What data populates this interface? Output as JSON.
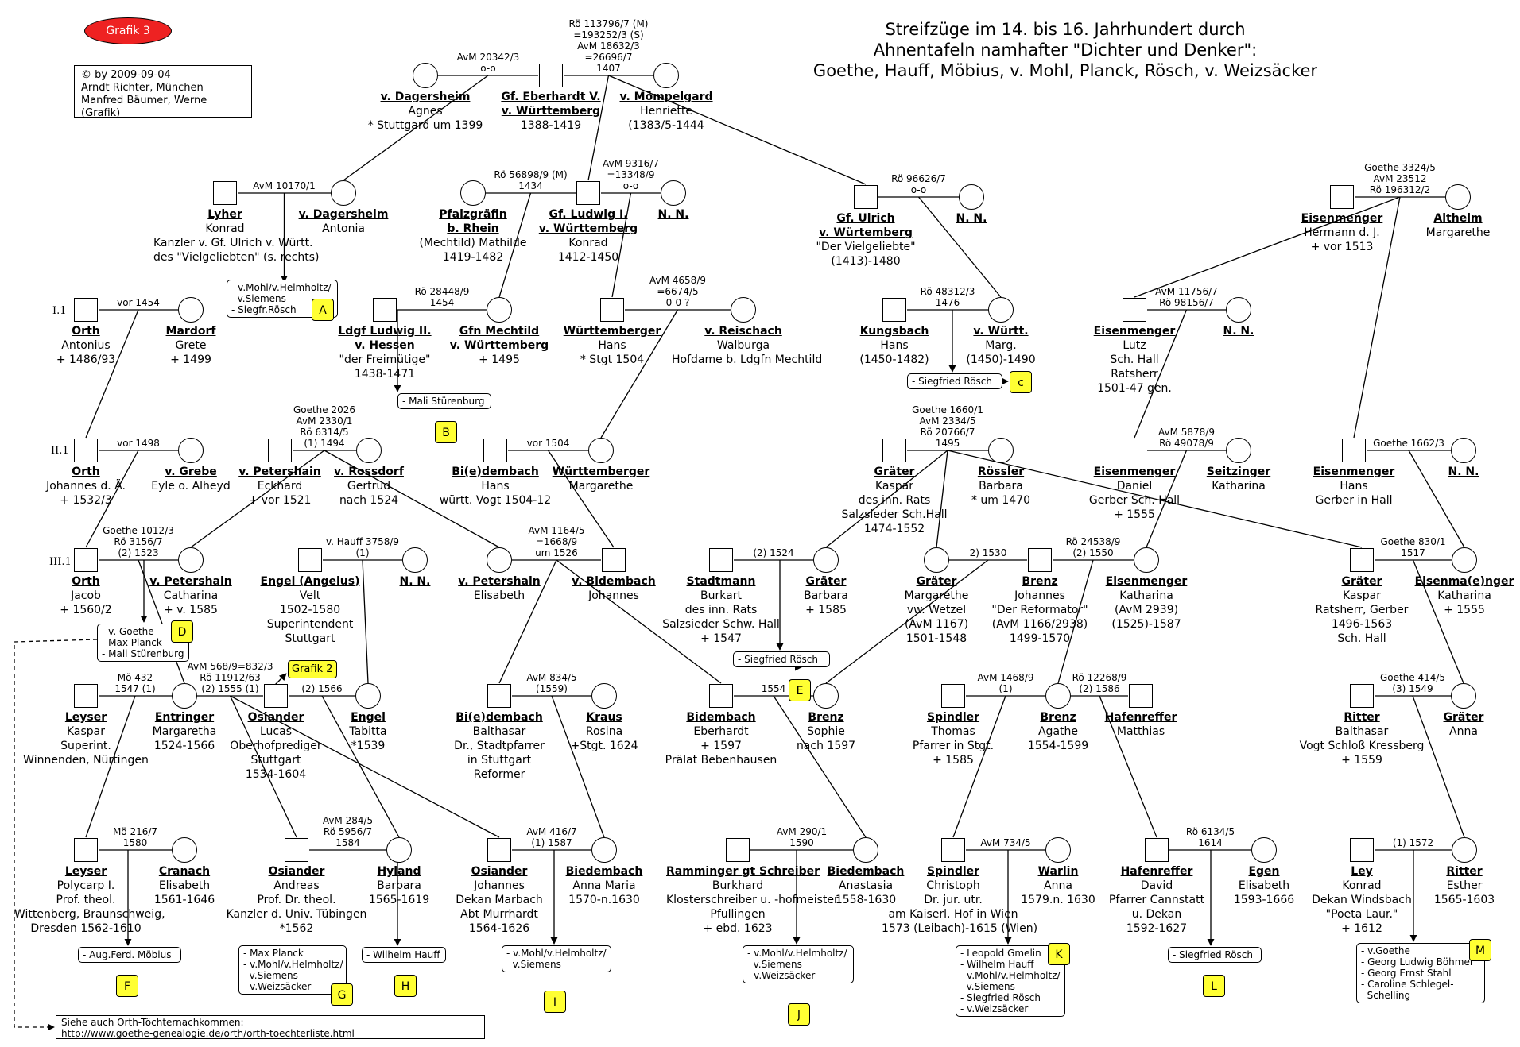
{
  "header": {
    "badge": "Grafik 3",
    "copyright": [
      "© by 2009-09-04",
      "Arndt Richter, München",
      "Manfred Bäumer, Werne (Grafik)"
    ],
    "title": [
      "Streifzüge im 14. bis 16. Jahrhundert durch",
      "Ahnentafeln namhafter \"Dichter und Denker\":",
      "Goethe, Hauff, Möbius, v. Mohl, Planck, Rösch, v. Weizsäcker"
    ]
  },
  "generations": {
    "g1": "I.1",
    "g2": "II.1",
    "g3": "III.1"
  },
  "persons": {
    "dagersheim_agnes": {
      "name": "v. Dagersheim",
      "lines": [
        "Agnes",
        "* Stuttgard um 1399"
      ]
    },
    "eberhardt": {
      "name": "Gf. Eberhardt V. v. Württemberg",
      "lines": [
        "1388-1419"
      ]
    },
    "moempelgard": {
      "name": "v. Mömpelgard",
      "lines": [
        "Henriette",
        "(1383/5-1444"
      ]
    },
    "lyher": {
      "name": "Lyher",
      "lines": [
        "Konrad",
        "Kanzler v. Gf. Ulrich v. Württ.",
        "des \"Vielgeliebten\" (s. rechts)"
      ]
    },
    "dagersheim_antonia": {
      "name": "v. Dagersheim",
      "lines": [
        "Antonia"
      ]
    },
    "pfalzgraefin": {
      "name": "Pfalzgräfin b. Rhein",
      "lines": [
        "(Mechtild) Mathilde",
        "1419-1482"
      ]
    },
    "ludwig": {
      "name": "Gf. Ludwig I. v. Württemberg",
      "lines": [
        "Konrad",
        "1412-1450"
      ]
    },
    "nn1": {
      "name": "N. N.",
      "lines": []
    },
    "ulrich": {
      "name": "Gf. Ulrich v. Würtemberg",
      "lines": [
        "\"Der Vielgeliebte\"",
        "(1413)-1480"
      ]
    },
    "nn2": {
      "name": "N. N.",
      "lines": []
    },
    "eisenm_hermann": {
      "name": "Eisenmenger",
      "lines": [
        "Hermann d. J.",
        "+ vor 1513"
      ]
    },
    "althelm": {
      "name": "Althelm",
      "lines": [
        "Margarethe"
      ]
    },
    "orth_antonius": {
      "name": "Orth",
      "lines": [
        "Antonius",
        "+ 1486/93"
      ]
    },
    "mardorf": {
      "name": "Mardorf",
      "lines": [
        "Grete",
        "+ 1499"
      ]
    },
    "ldgf_ludwig": {
      "name": "Ldgf Ludwig II. v. Hessen",
      "lines": [
        "\"der Freimütige\"",
        "1438-1471"
      ]
    },
    "gfn_mechtild": {
      "name": "Gfn Mechtild v. Württemberg",
      "lines": [
        "+ 1495"
      ]
    },
    "wuertt_hans": {
      "name": "Württemberger",
      "lines": [
        "Hans",
        "* Stgt 1504"
      ]
    },
    "reischach": {
      "name": "v. Reischach",
      "lines": [
        "Walburga",
        "Hofdame b. Ldgfn Mechtild"
      ]
    },
    "kungsbach": {
      "name": "Kungsbach",
      "lines": [
        "Hans",
        "(1450-1482)"
      ]
    },
    "v_wuertt_marg": {
      "name": "v. Württ.",
      "lines": [
        "Marg.",
        "(1450)-1490"
      ]
    },
    "eisenm_lutz": {
      "name": "Eisenmenger",
      "lines": [
        "Lutz",
        "Sch. Hall",
        "Ratsherr",
        "1501-47 gen."
      ]
    },
    "nn3": {
      "name": "N. N.",
      "lines": []
    },
    "orth_johannes": {
      "name": "Orth",
      "lines": [
        "Johannes d. Ä.",
        "+ 1532/3"
      ]
    },
    "grebe": {
      "name": "v. Grebe",
      "lines": [
        "Eyle o. Alheyd"
      ]
    },
    "petershain_eckhard": {
      "name": "v. Petershain",
      "lines": [
        "Eckhard",
        "+ vor 1521"
      ]
    },
    "rossdorf": {
      "name": "v. Rossdorf",
      "lines": [
        "Gertrud",
        "nach 1524"
      ]
    },
    "bidembach_hans": {
      "name": "Bi(e)dembach",
      "lines": [
        "Hans",
        "württ. Vogt 1504-12"
      ]
    },
    "wuertt_margarethe": {
      "name": "Württemberger",
      "lines": [
        "Margarethe"
      ]
    },
    "graeter_kaspar1": {
      "name": "Gräter",
      "lines": [
        "Kaspar",
        "des inn. Rats",
        "Salzsieder Sch.Hall",
        "1474-1552"
      ]
    },
    "roessler": {
      "name": "Rössler",
      "lines": [
        "Barbara",
        "* um 1470"
      ]
    },
    "eisenm_daniel": {
      "name": "Eisenmenger",
      "lines": [
        "Daniel",
        "Gerber Sch. Hall",
        "+ 1555"
      ]
    },
    "seitzinger": {
      "name": "Seitzinger",
      "lines": [
        "Katharina"
      ]
    },
    "eisenm_hans": {
      "name": "Eisenmenger",
      "lines": [
        "Hans",
        "Gerber in Hall"
      ]
    },
    "nn4": {
      "name": "N. N.",
      "lines": []
    },
    "orth_jacob": {
      "name": "Orth",
      "lines": [
        "Jacob",
        "+ 1560/2"
      ]
    },
    "petershain_catharina": {
      "name": "v. Petershain",
      "lines": [
        "Catharina",
        "+ v. 1585"
      ]
    },
    "engel_velt": {
      "name": "Engel (Angelus)",
      "lines": [
        "Velt",
        "1502-1580",
        "Superintendent",
        "Stuttgart"
      ]
    },
    "nn5": {
      "name": "N. N.",
      "lines": []
    },
    "petershain_elisabeth": {
      "name": "v. Petershain",
      "lines": [
        "Elisabeth"
      ]
    },
    "bidembach_johannes": {
      "name": "v. Bidembach",
      "lines": [
        "Johannes"
      ]
    },
    "stadtmann": {
      "name": "Stadtmann",
      "lines": [
        "Burkart",
        "des inn. Rats",
        "Salzsieder Schw. Hall",
        "+ 1547"
      ]
    },
    "graeter_barbara": {
      "name": "Gräter",
      "lines": [
        "Barbara",
        "+ 1585"
      ]
    },
    "graeter_margarethe": {
      "name": "Gräter",
      "lines": [
        "Margarethe",
        "vw. Wetzel",
        "(AvM 1167)",
        "1501-1548"
      ]
    },
    "brenz_johannes": {
      "name": "Brenz",
      "lines": [
        "Johannes",
        "\"Der Reformator\"",
        "(AvM 1166/2938)",
        "1499-1570"
      ]
    },
    "eisenm_katharina": {
      "name": "Eisenmenger",
      "lines": [
        "Katharina",
        "(AvM 2939)",
        "(1525)-1587"
      ]
    },
    "graeter_kaspar2": {
      "name": "Gräter",
      "lines": [
        "Kaspar",
        "Ratsherr, Gerber",
        "1496-1563",
        "Sch. Hall"
      ]
    },
    "eisenmaenger_katharina": {
      "name": "Eisenma(e)nger",
      "lines": [
        "Katharina",
        "+ 1555"
      ]
    },
    "leyser_kaspar": {
      "name": "Leyser",
      "lines": [
        "Kaspar",
        "Superint.",
        "Winnenden, Nürtingen"
      ]
    },
    "entringer": {
      "name": "Entringer",
      "lines": [
        "Margaretha",
        "1524-1566"
      ]
    },
    "osiander_lucas": {
      "name": "Osiander",
      "lines": [
        "Lucas",
        "Oberhofprediger",
        "Stuttgart",
        "1534-1604"
      ]
    },
    "engel_tabitta": {
      "name": "Engel",
      "lines": [
        "Tabitta",
        "*1539"
      ]
    },
    "bidembach_balthasar": {
      "name": "Bi(e)dembach",
      "lines": [
        "Balthasar",
        "Dr., Stadtpfarrer",
        "in Stuttgart",
        "Reformer"
      ]
    },
    "kraus": {
      "name": "Kraus",
      "lines": [
        "Rosina",
        "+Stgt. 1624"
      ]
    },
    "bidembach_eberhardt": {
      "name": "Bidembach",
      "lines": [
        "Eberhardt",
        "+ 1597",
        "Prälat Bebenhausen"
      ]
    },
    "brenz_sophie": {
      "name": "Brenz",
      "lines": [
        "Sophie",
        "nach 1597"
      ]
    },
    "spindler_thomas": {
      "name": "Spindler",
      "lines": [
        "Thomas",
        "Pfarrer in Stgt.",
        "+ 1585"
      ]
    },
    "brenz_agathe": {
      "name": "Brenz",
      "lines": [
        "Agathe",
        "1554-1599"
      ]
    },
    "hafenreffer_matthias": {
      "name": "Hafenreffer",
      "lines": [
        "Matthias"
      ]
    },
    "ritter_balthasar": {
      "name": "Ritter",
      "lines": [
        "Balthasar",
        "Vogt Schloß Kressberg",
        "+ 1559"
      ]
    },
    "graeter_anna": {
      "name": "Gräter",
      "lines": [
        "Anna"
      ]
    },
    "leyser_polycarp": {
      "name": "Leyser",
      "lines": [
        "Polycarp I.",
        "Prof. theol.",
        "Wittenberg, Braunschweig,",
        "Dresden 1562-1610"
      ]
    },
    "cranach": {
      "name": "Cranach",
      "lines": [
        "Elisabeth",
        "1561-1646"
      ]
    },
    "osiander_andreas": {
      "name": "Osiander",
      "lines": [
        "Andreas",
        "Prof. Dr. theol.",
        "Kanzler d. Univ. Tübingen",
        "*1562"
      ]
    },
    "hyland": {
      "name": "Hyland",
      "lines": [
        "Barbara",
        "1565-1619"
      ]
    },
    "osiander_johannes": {
      "name": "Osiander",
      "lines": [
        "Johannes",
        "Dekan Marbach",
        "Abt Murrhardt",
        "1564-1626"
      ]
    },
    "biedembach_annamaria": {
      "name": "Biedembach",
      "lines": [
        "Anna Maria",
        "1570-n.1630"
      ]
    },
    "ramminger": {
      "name": "Ramminger gt Schreiber",
      "lines": [
        "Burkhard",
        "Klosterschreiber u. -hofmeister",
        "Pfullingen",
        "+ ebd. 1623"
      ]
    },
    "biedembach_anastasia": {
      "name": "Biedembach",
      "lines": [
        "Anastasia",
        "1558-1630"
      ]
    },
    "spindler_christoph": {
      "name": "Spindler",
      "lines": [
        "Christoph",
        "Dr. jur. utr.",
        "am Kaiserl. Hof in Wien",
        "1573 (Leibach)-1615 (Wien)"
      ]
    },
    "warlin": {
      "name": "Warlin",
      "lines": [
        "Anna",
        "1579.n. 1630"
      ]
    },
    "hafenreffer_david": {
      "name": "Hafenreffer",
      "lines": [
        "David",
        "Pfarrer Cannstatt",
        "u. Dekan",
        "1592-1627"
      ]
    },
    "egen": {
      "name": "Egen",
      "lines": [
        "Elisabeth",
        "1593-1666"
      ]
    },
    "ley": {
      "name": "Ley",
      "lines": [
        "Konrad",
        "Dekan Windsbach",
        "\"Poeta Laur.\"",
        "+ 1612"
      ]
    },
    "ritter_esther": {
      "name": "Ritter",
      "lines": [
        "Esther",
        "1565-1603"
      ]
    }
  },
  "marriages": {
    "m_eberhardt_l": [
      "AvM 20342/3",
      "o-o"
    ],
    "m_eberhardt_r": [
      "Rö 113796/7 (M)",
      "=193252/3 (S)",
      "AvM 18632/3",
      "=26696/7",
      "1407"
    ],
    "m_lyher": [
      "AvM 10170/1"
    ],
    "m_ludwig_l": [
      "Rö 56898/9 (M)",
      "1434"
    ],
    "m_ludwig_r": [
      "AvM 9316/7",
      "=13348/9",
      "o-o"
    ],
    "m_ulrich": [
      "Rö 96626/7",
      "o-o"
    ],
    "m_eisenm_hermann": [
      "Goethe 3324/5",
      "AvM 23512",
      "Rö 196312/2"
    ],
    "m_orth_ant": [
      "vor 1454"
    ],
    "m_ldgf": [
      "Rö 28448/9",
      "1454"
    ],
    "m_wuertt_hans": [
      "AvM 4658/9",
      "=6674/5",
      "0-0 ?"
    ],
    "m_kungsbach": [
      "Rö 48312/3",
      "1476"
    ],
    "m_lutz": [
      "AvM 11756/7",
      "Rö 98156/7"
    ],
    "m_orth_joh": [
      "vor 1498"
    ],
    "m_eckhard": [
      "Goethe 2026",
      "AvM 2330/1",
      "Rö 6314/5",
      "(1) 1494"
    ],
    "m_bidembach_hans": [
      "vor 1504"
    ],
    "m_graeter1": [
      "Goethe 1660/1",
      "AvM 2334/5",
      "Rö 20766/7",
      "1495"
    ],
    "m_daniel": [
      "AvM 5878/9",
      "Rö 49078/9"
    ],
    "m_eisenm_hans": [
      "Goethe 1662/3"
    ],
    "m_orth_jacob": [
      "Goethe 1012/3",
      "Rö 3156/7",
      "(2) 1523"
    ],
    "m_engel_velt": [
      "v. Hauff 3758/9",
      "(1)"
    ],
    "m_bidembach_joh": [
      "AvM 1164/5",
      "=1668/9",
      "um 1526"
    ],
    "m_stadtmann": [
      "(2) 1524"
    ],
    "m_brenz_l": [
      "2) 1530"
    ],
    "m_brenz_r": [
      "Rö 24538/9",
      "(2) 1550"
    ],
    "m_graeter2": [
      "Goethe 830/1",
      "1517"
    ],
    "m_leyser": [
      "Mö 432",
      "1547 (1)"
    ],
    "m_osiander_lucas": [
      "AvM 568/9=832/3",
      "Rö 11912/63",
      "(2) 1555 (1)"
    ],
    "m_osiander_engel": [
      "(2) 1566"
    ],
    "m_bidembach_balth": [
      "AvM 834/5",
      "(1559)"
    ],
    "m_bidembach_eb": [
      "1554"
    ],
    "m_spindler_thomas": [
      "AvM 1468/9",
      "(1)"
    ],
    "m_hafenreffer_m": [
      "Rö 12268/9",
      "(2) 1586"
    ],
    "m_ritter": [
      "Goethe 414/5",
      "(3) 1549"
    ],
    "m_leyser_poly": [
      "Mö 216/7",
      "1580"
    ],
    "m_osiander_and": [
      "AvM 284/5",
      "Rö 5956/7",
      "1584"
    ],
    "m_osiander_joh": [
      "AvM 416/7",
      "(1) 1587"
    ],
    "m_ramminger": [
      "AvM 290/1",
      "1590"
    ],
    "m_spindler_chr": [
      "AvM 734/5"
    ],
    "m_hafenreffer_d": [
      "Rö 6134/5",
      "1614"
    ],
    "m_ley": [
      "(1) 1572"
    ]
  },
  "boxes": {
    "A": {
      "lines": [
        "- v.Mohl/v.Helmholtz/",
        "  v.Siemens",
        "- Siegfr.Rösch"
      ],
      "tag": "A"
    },
    "B": {
      "lines": [
        "- Mali Stürenburg"
      ],
      "tag": "B"
    },
    "C": {
      "lines": [
        "- Siegfried Rösch"
      ],
      "tag": "c"
    },
    "D": {
      "lines": [
        "- v. Goethe",
        "- Max Planck",
        "- Mali Stürenburg"
      ],
      "tag": "D"
    },
    "E": {
      "lines": [
        "- Siegfried Rösch"
      ],
      "tag": "E"
    },
    "F": {
      "lines": [
        "- Aug.Ferd. Möbius"
      ],
      "tag": "F"
    },
    "G": {
      "lines": [
        "- Max Planck",
        "- v.Mohl/v.Helmholtz/",
        "  v.Siemens",
        "- v.Weizsäcker"
      ],
      "tag": "G"
    },
    "H": {
      "lines": [
        "- Wilhelm Hauff"
      ],
      "tag": "H"
    },
    "I": {
      "lines": [
        "- v.Mohl/v.Helmholtz/",
        "  v.Siemens"
      ],
      "tag": "I"
    },
    "J": {
      "lines": [
        "- v.Mohl/v.Helmholtz/",
        "  v.Siemens",
        "- v.Weizsäcker"
      ],
      "tag": "J"
    },
    "K": {
      "lines": [
        "- Leopold Gmelin",
        "- Wilhelm Hauff",
        "- v.Mohl/v.Helmholtz/",
        "  v.Siemens",
        "- Siegfried Rösch",
        "- v.Weizsäcker"
      ],
      "tag": "K"
    },
    "L": {
      "lines": [
        "- Siegfried Rösch"
      ],
      "tag": "L"
    },
    "M": {
      "lines": [
        "- v.Goethe",
        "- Georg Ludwig Böhmer",
        "- Georg Ernst Stahl",
        "- Caroline Schlegel-",
        "  Schelling"
      ],
      "tag": "M"
    }
  },
  "grafik2": "Grafik 2",
  "note": [
    "Siehe auch Orth-Töchternachkommen:",
    "http://www.goethe-genealogie.de/orth/orth-toechterliste.html"
  ]
}
